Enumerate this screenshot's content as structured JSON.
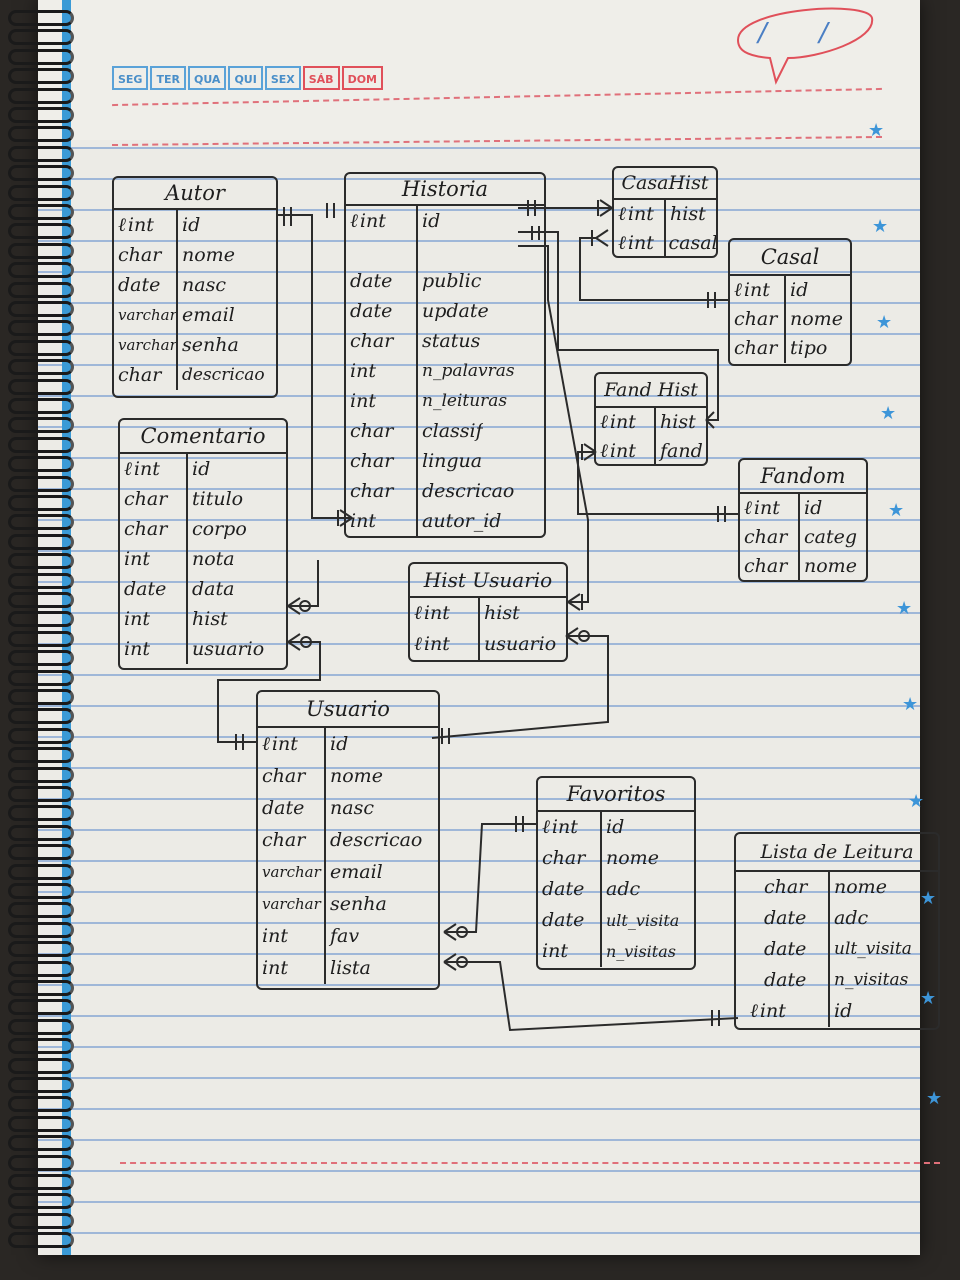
{
  "calendar_days": [
    {
      "label": "SEG",
      "weekend": false
    },
    {
      "label": "TER",
      "weekend": false
    },
    {
      "label": "QUA",
      "weekend": false
    },
    {
      "label": "QUI",
      "weekend": false
    },
    {
      "label": "SEX",
      "weekend": false
    },
    {
      "label": "SÁB",
      "weekend": true
    },
    {
      "label": "DOM",
      "weekend": true
    }
  ],
  "date_field": "/ /",
  "colors": {
    "ink": "#2b2b2b",
    "paper": "#ecebe6",
    "ruled_line": "#9fb7d8",
    "margin": "#3a9ad6",
    "accent_red": "#e0505a",
    "star": "#3d95d8"
  },
  "entities": {
    "autor": {
      "title": "Autor",
      "rows": [
        {
          "type": "int",
          "name": "id",
          "pk": true
        },
        {
          "type": "char",
          "name": "nome"
        },
        {
          "type": "date",
          "name": "nasc"
        },
        {
          "type": "varchar",
          "name": "email"
        },
        {
          "type": "varchar",
          "name": "senha"
        },
        {
          "type": "char",
          "name": "descricao"
        }
      ]
    },
    "historia": {
      "title": "Historia",
      "rows": [
        {
          "type": "int",
          "name": "id",
          "pk": true
        },
        {
          "type": "",
          "name": ""
        },
        {
          "type": "date",
          "name": "public"
        },
        {
          "type": "date",
          "name": "update"
        },
        {
          "type": "char",
          "name": "status"
        },
        {
          "type": "int",
          "name": "n_palavras"
        },
        {
          "type": "int",
          "name": "n_leituras"
        },
        {
          "type": "char",
          "name": "classif"
        },
        {
          "type": "char",
          "name": "lingua"
        },
        {
          "type": "char",
          "name": "descricao"
        },
        {
          "type": "int",
          "name": "autor_id"
        }
      ]
    },
    "casahist": {
      "title": "CasaHist",
      "rows": [
        {
          "type": "int",
          "name": "hist",
          "pk": true
        },
        {
          "type": "int",
          "name": "casal",
          "pk": true
        }
      ]
    },
    "casal": {
      "title": "Casal",
      "rows": [
        {
          "type": "int",
          "name": "id",
          "pk": true
        },
        {
          "type": "char",
          "name": "nome"
        },
        {
          "type": "char",
          "name": "tipo"
        }
      ]
    },
    "fandhist": {
      "title": "Fand Hist",
      "rows": [
        {
          "type": "int",
          "name": "hist",
          "pk": true
        },
        {
          "type": "int",
          "name": "fand",
          "pk": true
        }
      ]
    },
    "fandom": {
      "title": "Fandom",
      "rows": [
        {
          "type": "int",
          "name": "id",
          "pk": true
        },
        {
          "type": "char",
          "name": "categ"
        },
        {
          "type": "char",
          "name": "nome"
        }
      ]
    },
    "comentario": {
      "title": "Comentario",
      "rows": [
        {
          "type": "int",
          "name": "id",
          "pk": true
        },
        {
          "type": "char",
          "name": "titulo"
        },
        {
          "type": "char",
          "name": "corpo"
        },
        {
          "type": "int",
          "name": "nota"
        },
        {
          "type": "date",
          "name": "data"
        },
        {
          "type": "int",
          "name": "hist"
        },
        {
          "type": "int",
          "name": "usuario"
        }
      ]
    },
    "histusuario": {
      "title": "Hist Usuario",
      "rows": [
        {
          "type": "int",
          "name": "hist",
          "pk": true
        },
        {
          "type": "int",
          "name": "usuario",
          "pk": true
        }
      ]
    },
    "usuario": {
      "title": "Usuario",
      "rows": [
        {
          "type": "int",
          "name": "id",
          "pk": true
        },
        {
          "type": "char",
          "name": "nome"
        },
        {
          "type": "date",
          "name": "nasc"
        },
        {
          "type": "char",
          "name": "descricao"
        },
        {
          "type": "varchar",
          "name": "email"
        },
        {
          "type": "varchar",
          "name": "senha"
        },
        {
          "type": "int",
          "name": "fav"
        },
        {
          "type": "int",
          "name": "lista"
        }
      ]
    },
    "favoritos": {
      "title": "Favoritos",
      "rows": [
        {
          "type": "int",
          "name": "id",
          "pk": true
        },
        {
          "type": "char",
          "name": "nome"
        },
        {
          "type": "date",
          "name": "adc"
        },
        {
          "type": "date",
          "name": "ult_visita"
        },
        {
          "type": "int",
          "name": "n_visitas"
        }
      ]
    },
    "listaleitura": {
      "title": "Lista de Leitura",
      "rows": [
        {
          "type": "char",
          "name": "nome"
        },
        {
          "type": "date",
          "name": "adc"
        },
        {
          "type": "date",
          "name": "ult_visita"
        },
        {
          "type": "date",
          "name": "n_visitas"
        },
        {
          "type": "int",
          "name": "id",
          "pk": true
        }
      ]
    }
  },
  "relationships": [
    {
      "from": "Autor.id",
      "to": "Historia.autor_id",
      "from_end": "one-and-only-one",
      "to_end": "one-or-many"
    },
    {
      "from": "Historia.id",
      "to": "CasaHist.hist",
      "from_end": "one-and-only-one",
      "to_end": "one-or-many"
    },
    {
      "from": "Casal.id",
      "to": "CasaHist.casal",
      "from_end": "one-and-only-one",
      "to_end": "one-or-many"
    },
    {
      "from": "Historia.id",
      "to": "FandHist.hist",
      "from_end": "one-and-only-one",
      "to_end": "one-or-many"
    },
    {
      "from": "Fandom.id",
      "to": "FandHist.fand",
      "from_end": "one-and-only-one",
      "to_end": "one-or-many"
    },
    {
      "from": "Historia.id",
      "to": "HistUsuario.hist",
      "from_end": "one-and-only-one",
      "to_end": "one-or-many"
    },
    {
      "from": "Usuario.id",
      "to": "HistUsuario.usuario",
      "from_end": "one-and-only-one",
      "to_end": "zero-or-many"
    },
    {
      "from": "Historia.id",
      "to": "Comentario.hist",
      "from_end": "one-and-only-one",
      "to_end": "zero-or-many"
    },
    {
      "from": "Usuario.id",
      "to": "Comentario.usuario",
      "from_end": "one-and-only-one",
      "to_end": "zero-or-many"
    },
    {
      "from": "Favoritos.id",
      "to": "Usuario.fav",
      "from_end": "one-and-only-one",
      "to_end": "zero-or-many"
    },
    {
      "from": "ListaDeLeitura.id",
      "to": "Usuario.lista",
      "from_end": "one-and-only-one",
      "to_end": "zero-or-many"
    }
  ]
}
